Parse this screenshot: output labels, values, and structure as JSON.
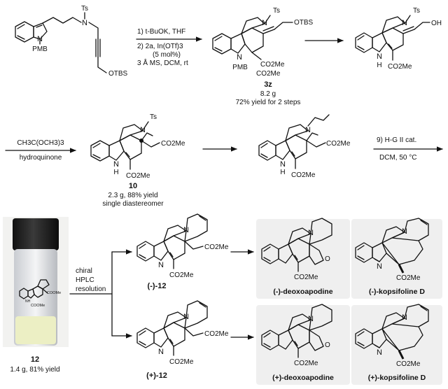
{
  "row1": {
    "sm_labels": {
      "ts": "Ts",
      "n": "N",
      "pmb": "PMB",
      "otbs": "OTBS"
    },
    "arrow1_conditions": [
      "1) t-BuOK, THF",
      "2) 2a, In(OTf)3",
      "(5 mol%)",
      "3 Å MS, DCM, rt"
    ],
    "prod1": {
      "ts": "Ts",
      "otbs": "OTBS",
      "n": "N",
      "pmb": "PMB",
      "co2me_a": "CO2Me",
      "co2me_b": "CO2Me",
      "id": "3z",
      "mass": "8.2 g",
      "yield": "72% yield for 2 steps"
    },
    "prod2": {
      "ts": "Ts",
      "oh": "OH",
      "nh": "N",
      "h": "H",
      "co2me": "CO2Me"
    }
  },
  "row2": {
    "arrow_top": "CH3C(OCH3)3",
    "arrow_bottom": "hydroquinone",
    "cmpd10": {
      "ts": "Ts",
      "n": "N",
      "co2me_side": "CO2Me",
      "nh": "N",
      "h": "H",
      "co2me": "CO2Me",
      "id": "10",
      "yield": "2.3 g, 88% yield",
      "note": "single diastereomer"
    },
    "allyl": {
      "n": "N",
      "co2me_side": "CO2Me",
      "nh": "N",
      "h": "H",
      "co2me": "CO2Me"
    },
    "rcm_top": "9) H-G II cat.",
    "rcm_bottom": "DCM, 50 °C"
  },
  "row3": {
    "photo_labels": {
      "cooMe_a": "COOMe",
      "cooMe_b": "COOMe",
      "n": "N",
      "nh": "NH"
    },
    "cmpd12_id": "12",
    "cmpd12_yield": "1.4 g, 81% yield",
    "resolution": [
      "chiral",
      "HPLC",
      "resolution"
    ],
    "enantiomer_minus": {
      "label": "(-)-12",
      "co2me_side": "CO2Me",
      "co2me": "CO2Me",
      "n": "N"
    },
    "enantiomer_plus": {
      "label": "(+)-12",
      "co2me_side": "CO2Me",
      "co2me": "CO2Me",
      "n": "N"
    },
    "deoxo_minus": {
      "label": "(-)-deoxoapodine",
      "co2me": "CO2Me",
      "o": "O",
      "n": "N"
    },
    "deoxo_plus": {
      "label": "(+)-deoxoapodine",
      "co2me": "CO2Me",
      "o": "O",
      "n": "N"
    },
    "kops_minus": {
      "label": "(-)-kopsifoline D",
      "co2me": "CO2Me",
      "n": "N"
    },
    "kops_plus": {
      "label": "(+)-kopsifoline D",
      "co2me": "CO2Me",
      "n": "N"
    }
  }
}
